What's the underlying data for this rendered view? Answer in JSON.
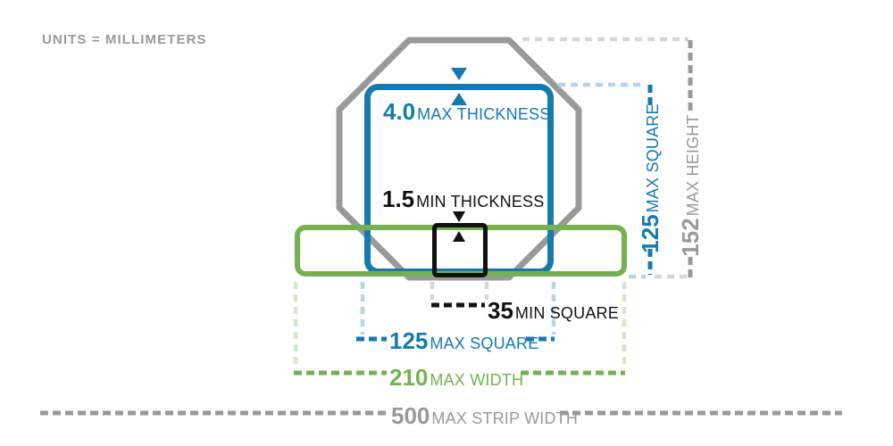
{
  "title_note": {
    "text": "UNITS = MILLIMETERS"
  },
  "colors": {
    "blue": "#147ab0",
    "green": "#74b150",
    "gray": "#97999b",
    "black": "#111111",
    "light_blue": "#b7d3e7",
    "light_green": "#d5e7c8",
    "light_gray": "#d6d7d8"
  },
  "dimensions": {
    "max_thickness": {
      "value": "4.0",
      "label": "MAX THICKNESS"
    },
    "min_thickness": {
      "value": "1.5",
      "label": "MIN THICKNESS"
    },
    "max_square_vertical": {
      "value": "125",
      "label": "MAX SQUARE"
    },
    "max_height": {
      "value": "152",
      "label": "MAX HEIGHT"
    },
    "min_square": {
      "value": "35",
      "label": "MIN SQUARE"
    },
    "max_square_horizontal": {
      "value": "125",
      "label": "MAX SQUARE"
    },
    "max_width": {
      "value": "210",
      "label": "MAX WIDTH"
    },
    "max_strip_width": {
      "value": "500",
      "label": "MAX STRIP WIDTH"
    }
  }
}
